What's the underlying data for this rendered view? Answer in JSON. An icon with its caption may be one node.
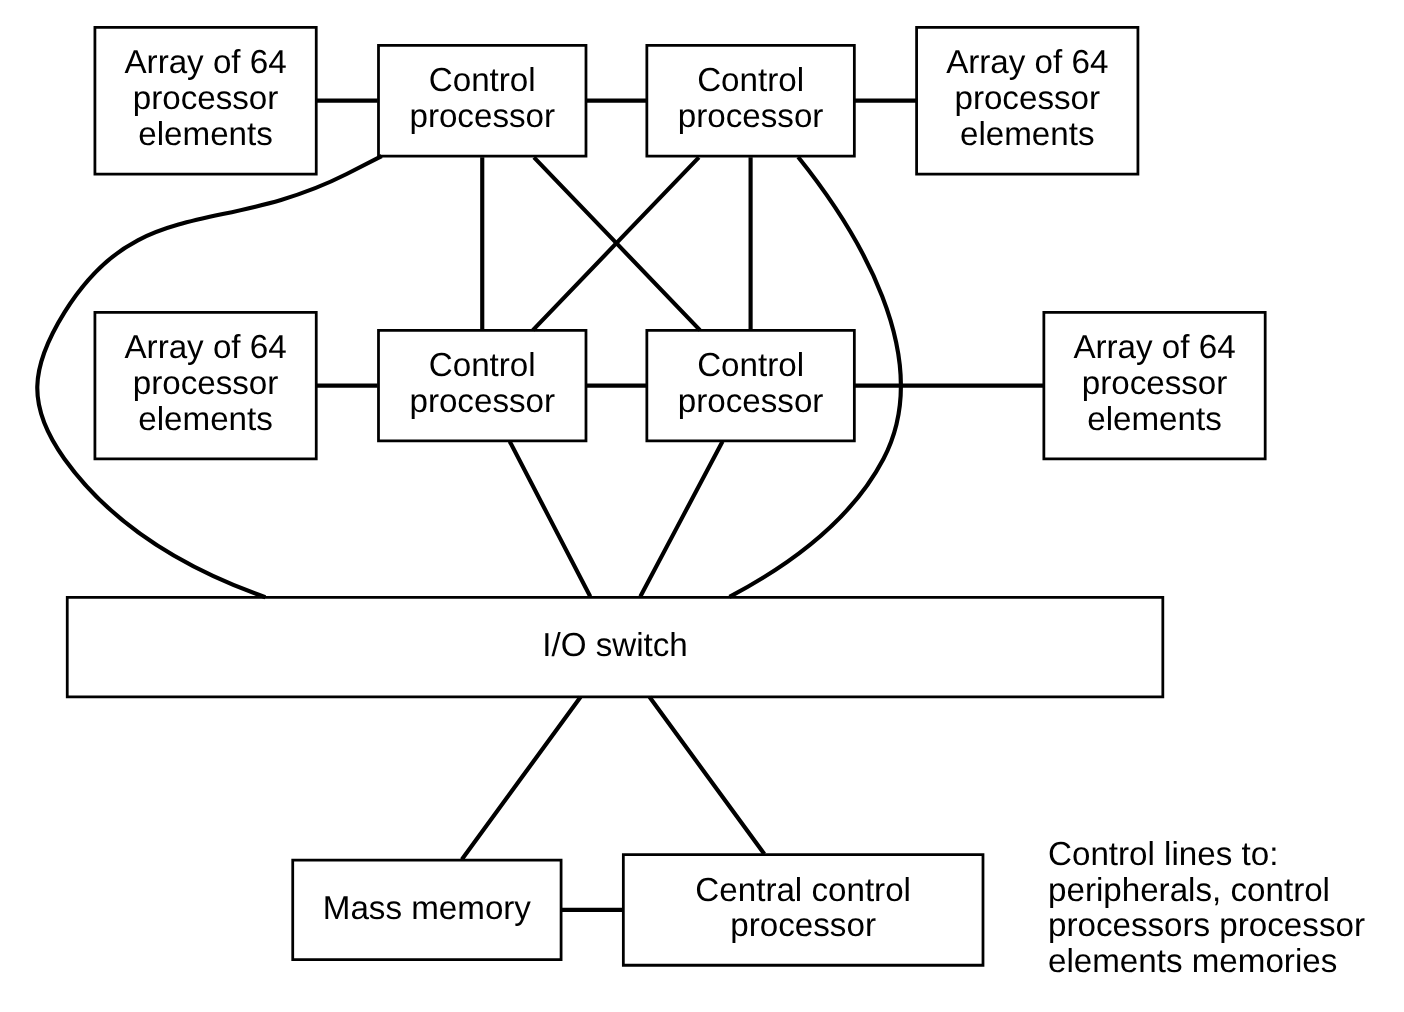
{
  "diagram": {
    "nodes": [
      {
        "text": [
          "Array of 64 processor elements"
        ]
      },
      {
        "text": [
          "Control processor"
        ]
      },
      {
        "text": [
          "Control processor"
        ]
      },
      {
        "text": [
          "Array of 64 processor elements"
        ]
      },
      {
        "text": [
          "Array of 64 processor elements"
        ]
      },
      {
        "text": [
          "Control processor"
        ]
      },
      {
        "text": [
          "Control processor"
        ]
      },
      {
        "text": [
          "Array of 64 processor elements"
        ]
      },
      {
        "text": [
          "I/O switch"
        ]
      },
      {
        "text": [
          "Mass memory"
        ]
      },
      {
        "text": [
          "Central control processor"
        ],
        "beside": [
          "Control lines to: peripherals, control processors processor elements memories"
        ]
      }
    ],
    "edges": [
      {
        "from": 0,
        "to": 1,
        "arrow": "none"
      },
      {
        "from": 1,
        "to": 2,
        "arrow": "none"
      },
      {
        "from": 2,
        "to": 3,
        "arrow": "none"
      },
      {
        "from": 1,
        "to": 5,
        "arrow": "none"
      },
      {
        "from": 1,
        "to": 6,
        "arrow": "none"
      },
      {
        "from": 2,
        "to": 5,
        "arrow": "none"
      },
      {
        "from": 2,
        "to": 6,
        "arrow": "none"
      },
      {
        "from": 4,
        "to": 5,
        "arrow": "none"
      },
      {
        "from": 5,
        "to": 6,
        "arrow": "none"
      },
      {
        "from": 6,
        "to": 7,
        "arrow": "none"
      },
      {
        "from": 1,
        "to": 8,
        "arrow": "none"
      },
      {
        "from": 5,
        "to": 8,
        "arrow": "none"
      },
      {
        "from": 2,
        "to": 8,
        "arrow": "none"
      },
      {
        "from": 6,
        "to": 8,
        "arrow": "none"
      },
      {
        "from": 8,
        "to": 9,
        "arrow": "none"
      },
      {
        "from": 8,
        "to": 10,
        "arrow": "none"
      },
      {
        "from": 9,
        "to": 10,
        "arrow": "none"
      }
    ]
  }
}
